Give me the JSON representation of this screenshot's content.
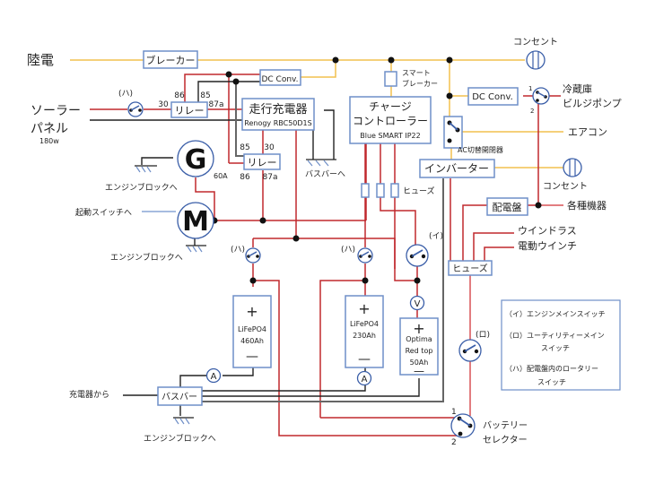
{
  "labels": {
    "shore_power": "陸電",
    "solar_l1": "ソーラー",
    "solar_l2": "パネル",
    "solar_watt": "180w",
    "breaker": "ブレーカー",
    "dc_conv_1": "DC Conv.",
    "dc_conv_2": "DC Conv.",
    "relay_1": "リレー",
    "relay_2": "リレー",
    "relay1_86": "86",
    "relay1_85": "85",
    "relay1_30": "30",
    "relay1_87a": "87a",
    "relay2_85": "85",
    "relay2_30": "30",
    "relay2_86": "86",
    "relay2_87a": "87a",
    "dc_charger_l1": "走行充電器",
    "dc_charger_l2": "Renogy RBC50D1S",
    "cc_l1": "チャージ",
    "cc_l2": "コントローラー",
    "cc_l3": "Blue SMART IP22",
    "smart_breaker_l1": "スマート",
    "smart_breaker_l2": "ブレーカー",
    "outlet_top": "コンセント",
    "fridge": "冷蔵庫",
    "bilge": "ビルジポンプ",
    "aircon": "エアコン",
    "ac_switch": "AC切替開閉器",
    "inverter": "インバーター",
    "outlet_mid": "コンセント",
    "dist_panel": "配電盤",
    "devices": "各種機器",
    "windlass": "ウインドラス",
    "winch": "電動ウインチ",
    "fuse_label": "ヒューズ",
    "fuse_box": "ヒューズ",
    "busbar_to": "バスバーへ",
    "alternator": "G",
    "alt_amp": "60A",
    "engine_block_1": "エンジンブロックへ",
    "starter_to": "起動スイッチへ",
    "motor": "M",
    "engine_block_2": "エンジンブロックへ",
    "sw_ha_1": "(ハ)",
    "sw_ha_2": "(ハ)",
    "sw_ha_3": "(ハ)",
    "sw_i": "(イ)",
    "sw_ro": "(ロ)",
    "bat1_l1": "LiFePO4",
    "bat1_l2": "460Ah",
    "bat2_l1": "LiFePO4",
    "bat2_l2": "230Ah",
    "bat3_l1": "Optima",
    "bat3_l2": "Red top",
    "bat3_l3": "50Ah",
    "plus": "+",
    "minus": "—",
    "ammeter": "A",
    "voltmeter": "V",
    "from_charger": "充電器から",
    "busbar": "バスバー",
    "engine_block_3": "エンジンブロックへ",
    "sel_1": "1",
    "sel_2": "2",
    "selector_l1": "バッテリー",
    "selector_l2": "セレクター",
    "fridge_sel_1": "1",
    "fridge_sel_2": "2"
  },
  "legend": {
    "i": "（イ）エンジンメインスイッチ",
    "ro_l1": "（ロ）ユーティリティーメイン",
    "ro_l2": "スイッチ",
    "ha_l1": "（ハ）配電盤内のロータリー",
    "ha_l2": "スイッチ"
  },
  "colors": {
    "ac_line": "#f2c14e",
    "dc_positive": "#c0282d",
    "dc_negative": "#222222",
    "box_border": "#6f8fc8"
  }
}
